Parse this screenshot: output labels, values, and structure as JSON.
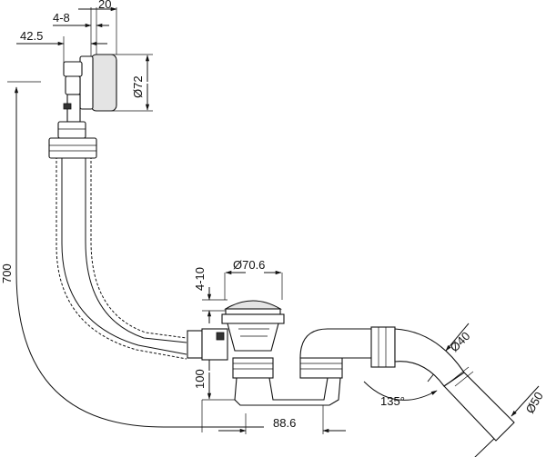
{
  "dimensions": {
    "top_gap": "20",
    "adjust_range": "4-8",
    "overflow_offset": "42.5",
    "cap_diameter": "Ø72",
    "total_length": "700",
    "plug_diameter": "Ø70.6",
    "plug_lift": "4-10",
    "height": "100",
    "outlet_offset": "88.6",
    "pipe_diameter_40": "Ø40",
    "angle": "135°",
    "pipe_diameter_50": "Ø50"
  }
}
